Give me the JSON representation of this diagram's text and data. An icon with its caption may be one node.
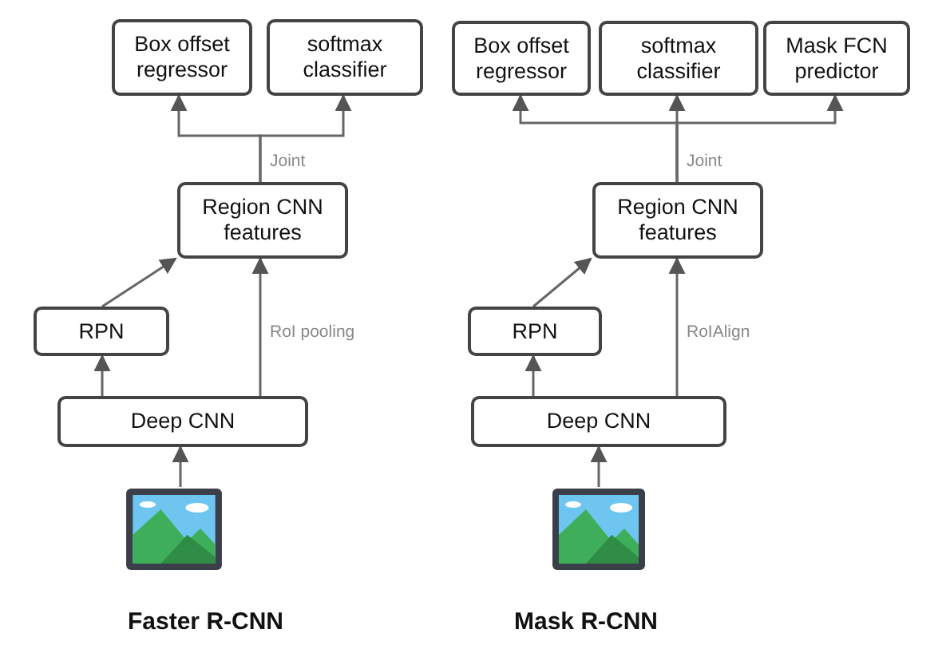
{
  "diagram": {
    "nodes": [
      {
        "text": [
          "Box offset regressor"
        ]
      },
      {
        "text": [
          "softmax classifier"
        ]
      },
      {
        "text": [
          "Region CNN features"
        ]
      },
      {
        "text": [
          "RPN"
        ]
      },
      {
        "text": [
          "Deep CNN"
        ]
      },
      {
        "text": [],
        "shape": "picture"
      },
      {
        "text": [
          "Box offset regressor"
        ]
      },
      {
        "text": [
          "softmax classifier"
        ]
      },
      {
        "text": [
          "Mask FCN predictor"
        ]
      },
      {
        "text": [
          "Region CNN features"
        ]
      },
      {
        "text": [
          "RPN"
        ]
      },
      {
        "text": [
          "Deep CNN"
        ]
      },
      {
        "text": [],
        "shape": "picture"
      }
    ],
    "edges": [
      {
        "from": 5,
        "to": 4,
        "arrow": "to"
      },
      {
        "from": 4,
        "to": 3,
        "arrow": "to"
      },
      {
        "from": 3,
        "to": 2,
        "arrow": "to"
      },
      {
        "from": 4,
        "to": 2,
        "arrow": "to",
        "label": "RoI pooling"
      },
      {
        "from": 2,
        "to": 0,
        "arrow": "to",
        "label": "Joint"
      },
      {
        "from": 2,
        "to": 1,
        "arrow": "to"
      },
      {
        "from": 12,
        "to": 11,
        "arrow": "to"
      },
      {
        "from": 11,
        "to": 10,
        "arrow": "to"
      },
      {
        "from": 10,
        "to": 9,
        "arrow": "to"
      },
      {
        "from": 11,
        "to": 9,
        "arrow": "to",
        "label": "RoIAlign"
      },
      {
        "from": 9,
        "to": 7,
        "arrow": "to",
        "label": "Joint"
      },
      {
        "from": 9,
        "to": 6,
        "arrow": "to"
      },
      {
        "from": 9,
        "to": 8,
        "arrow": "to"
      }
    ],
    "labels": [
      "Faster R-CNN",
      "Mask R-CNN"
    ]
  }
}
